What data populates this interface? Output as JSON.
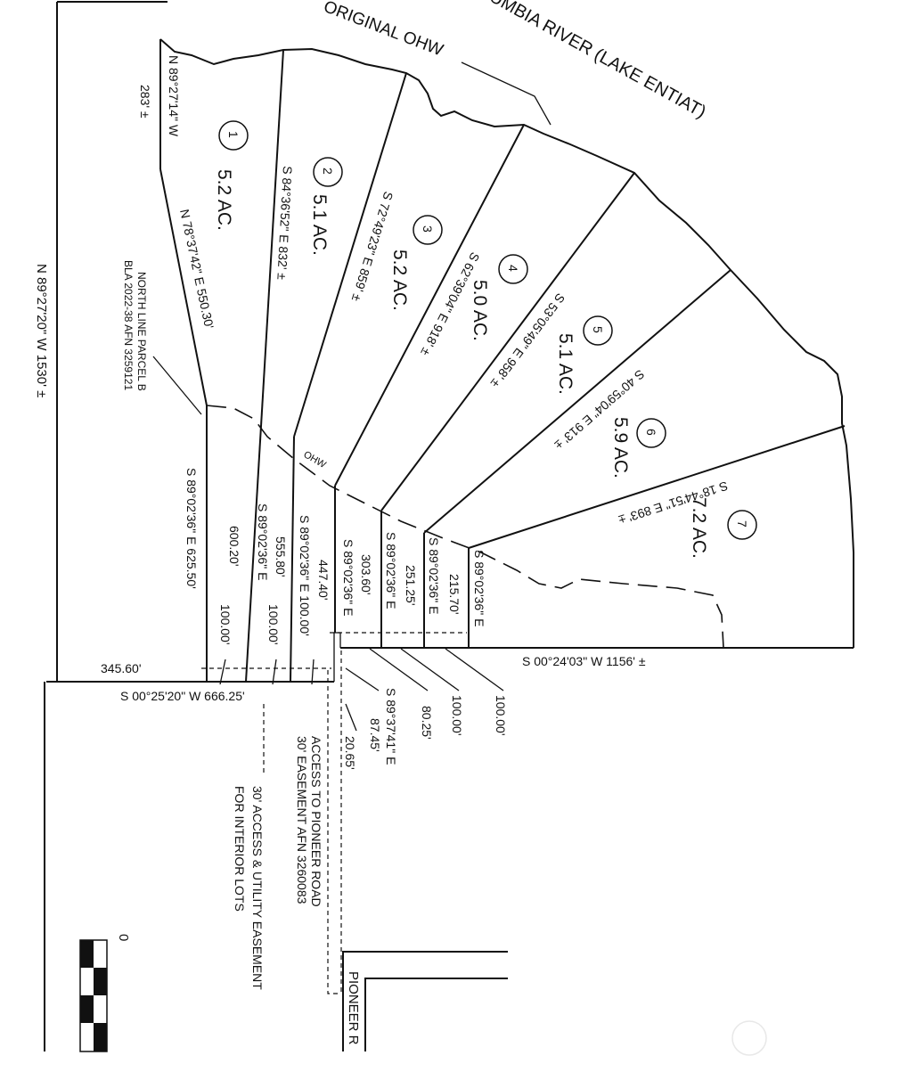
{
  "river_label": "COLUMBIA RIVER (LAKE ENTIAT)",
  "river_label_visible": "UMBIA RIVER (LAKE ENTIAT)",
  "ohw_label": "ORIGINAL OHW",
  "ohw_small": "OHW",
  "lots": [
    {
      "number": "1",
      "acres": "5.2 AC."
    },
    {
      "number": "2",
      "acres": "5.1 AC."
    },
    {
      "number": "3",
      "acres": "5.2 AC."
    },
    {
      "number": "4",
      "acres": "5.0 AC."
    },
    {
      "number": "5",
      "acres": "5.1 AC."
    },
    {
      "number": "6",
      "acres": "5.9 AC."
    },
    {
      "number": "7",
      "acres": "7.2 AC."
    }
  ],
  "bearings": {
    "north_top": "N 89°27'14\" W",
    "north_top_dist": "283' ±",
    "line_1": "N 78°37'42\" E  550.30'",
    "line_2": "S 84°36'52\" E  832' ±",
    "line_3": "S 72°49'23\" E  859' ±",
    "line_4": "S 62°39'04\" E  918' ±",
    "line_5": "S 53°05'49\" E  958' ±",
    "line_6": "S 40°59'04\" E  913' ±",
    "line_7": "S 18°44'51\" E  893' ±",
    "west_line": "N 89°27'20\" W  1530' ±",
    "north_line_parcel": "NORTH LINE PARCEL B",
    "bla": "BLA 2022-38 AFN 3259121",
    "south_west": "S 00°25'20\" W  666.25'",
    "south_east": "S 00°24'03\" W  1156' ±",
    "dist_34560": "345.60'",
    "s89_a": "S 89°02'36\" E  625.50'",
    "s89_b_dist": "600.20'",
    "s89_b": "S 89°02'36\" E",
    "s89_c_dist": "555.80'",
    "s89_c": "S 89°02'36\" E  100.00'",
    "s89_d_dist": "447.40'",
    "s89_d": "S 89°02'36\" E",
    "s89_e_dist": "303.60'",
    "s89_e": "S 89°02'36\" E",
    "s89_f_dist": "251.25'",
    "s89_f": "S 89°02'36\" E",
    "s89_g_dist": "215.70'",
    "s89_g": "S 89°02'36\" E",
    "d100_a": "100.00'",
    "d100_b": "100.00'",
    "d100_c": "100.00'",
    "d100_d": "100.00'",
    "d8025": "80.25'",
    "s89_37": "S 89°37'41\" E",
    "d8745": "87.45'",
    "d2065": "20.65'"
  },
  "easements": {
    "access_1": "ACCESS TO PIONEER ROAD",
    "access_2": "30' EASEMENT AFN 3260083",
    "interior_1": "30' ACCESS & UTILITY EASEMENT",
    "interior_2": "FOR INTERIOR LOTS"
  },
  "road_label": "PIONEER R",
  "scale_zero": "0"
}
